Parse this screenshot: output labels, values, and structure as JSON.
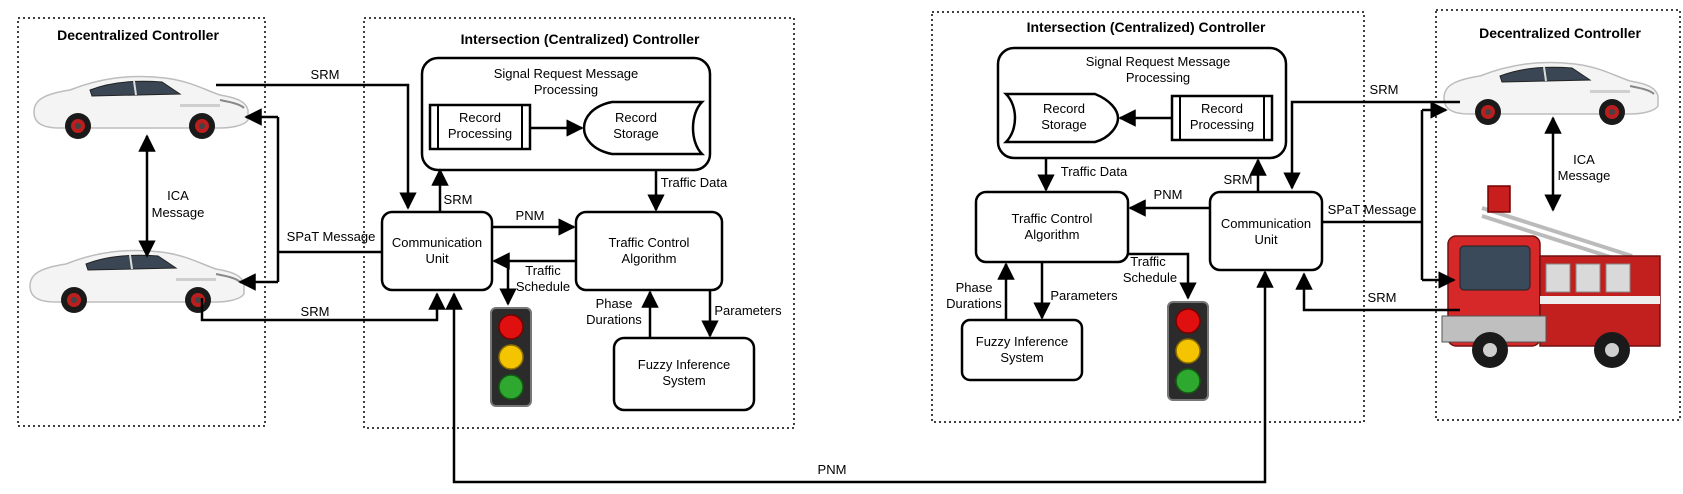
{
  "left_panel": {
    "decentralized_title": "Decentralized Controller",
    "intersection_title": "Intersection (Centralized) Controller",
    "srm_processing_line1": "Signal Request Message",
    "srm_processing_line2": "Processing",
    "record_processing_line1": "Record",
    "record_processing_line2": "Processing",
    "record_storage_line1": "Record",
    "record_storage_line2": "Storage",
    "comm_unit_line1": "Communication",
    "comm_unit_line2": "Unit",
    "tca_line1": "Traffic Control",
    "tca_line2": "Algorithm",
    "fis_line1": "Fuzzy Inference",
    "fis_line2": "System",
    "srm_top": "SRM",
    "srm_bottom": "SRM",
    "srm_up": "SRM",
    "ica_line1": "ICA",
    "ica_line2": "Message",
    "spat_message": "SPaT Message",
    "pnm": "PNM",
    "traffic_schedule_line1": "Traffic",
    "traffic_schedule_line2": "Schedule",
    "traffic_data": "Traffic Data",
    "phase_line1": "Phase",
    "phase_line2": "Durations",
    "parameters": "Parameters"
  },
  "right_panel": {
    "intersection_title": "Intersection (Centralized) Controller",
    "decentralized_title": "Decentralized Controller",
    "srm_processing_line1": "Signal Request Message",
    "srm_processing_line2": "Processing",
    "record_storage_line1": "Record",
    "record_storage_line2": "Storage",
    "record_processing_line1": "Record",
    "record_processing_line2": "Processing",
    "tca_line1": "Traffic Control",
    "tca_line2": "Algorithm",
    "comm_unit_line1": "Communication",
    "comm_unit_line2": "Unit",
    "fis_line1": "Fuzzy Inference",
    "fis_line2": "System",
    "traffic_data": "Traffic Data",
    "srm_up": "SRM",
    "pnm": "PNM",
    "spat_message": "SPaT Message",
    "srm_top": "SRM",
    "srm_bottom": "SRM",
    "ica_line1": "ICA",
    "ica_line2": "Message",
    "phase_line1": "Phase",
    "phase_line2": "Durations",
    "parameters": "Parameters",
    "traffic_schedule_line1": "Traffic",
    "traffic_schedule_line2": "Schedule"
  },
  "bottom_pnm": "PNM",
  "icons": [
    "car-icon",
    "fire-truck-icon",
    "traffic-light-icon"
  ],
  "colors": {
    "stroke": "#000000",
    "car_body": "#f2f2f2",
    "truck_red": "#d62828",
    "light_red": "#e01010",
    "light_yellow": "#f5c400",
    "light_green": "#2fa82f",
    "light_housing": "#2b2b2b"
  }
}
